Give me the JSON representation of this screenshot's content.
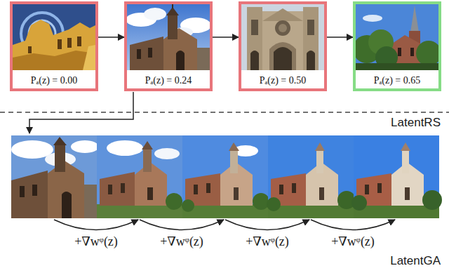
{
  "diagram": {
    "nodes": [
      {
        "text": [
          "Pₐ(z) = 0.00"
        ]
      },
      {
        "text": [
          "Pₐ(z) = 0.24"
        ]
      },
      {
        "text": [
          "Pₐ(z) = 0.50"
        ]
      },
      {
        "text": [
          "Pₐ(z) = 0.65"
        ]
      }
    ],
    "edges": [
      {
        "from": 0,
        "to": 1,
        "arrow": "to"
      },
      {
        "from": 1,
        "to": 2,
        "arrow": "to"
      },
      {
        "from": 2,
        "to": 3,
        "arrow": "to"
      }
    ],
    "labels": [
      "LatentRS",
      "+∇wᵠ(z)",
      "+∇wᵠ(z)",
      "+∇wᵠ(z)",
      "+∇wᵠ(z)",
      "LatentGA"
    ]
  }
}
